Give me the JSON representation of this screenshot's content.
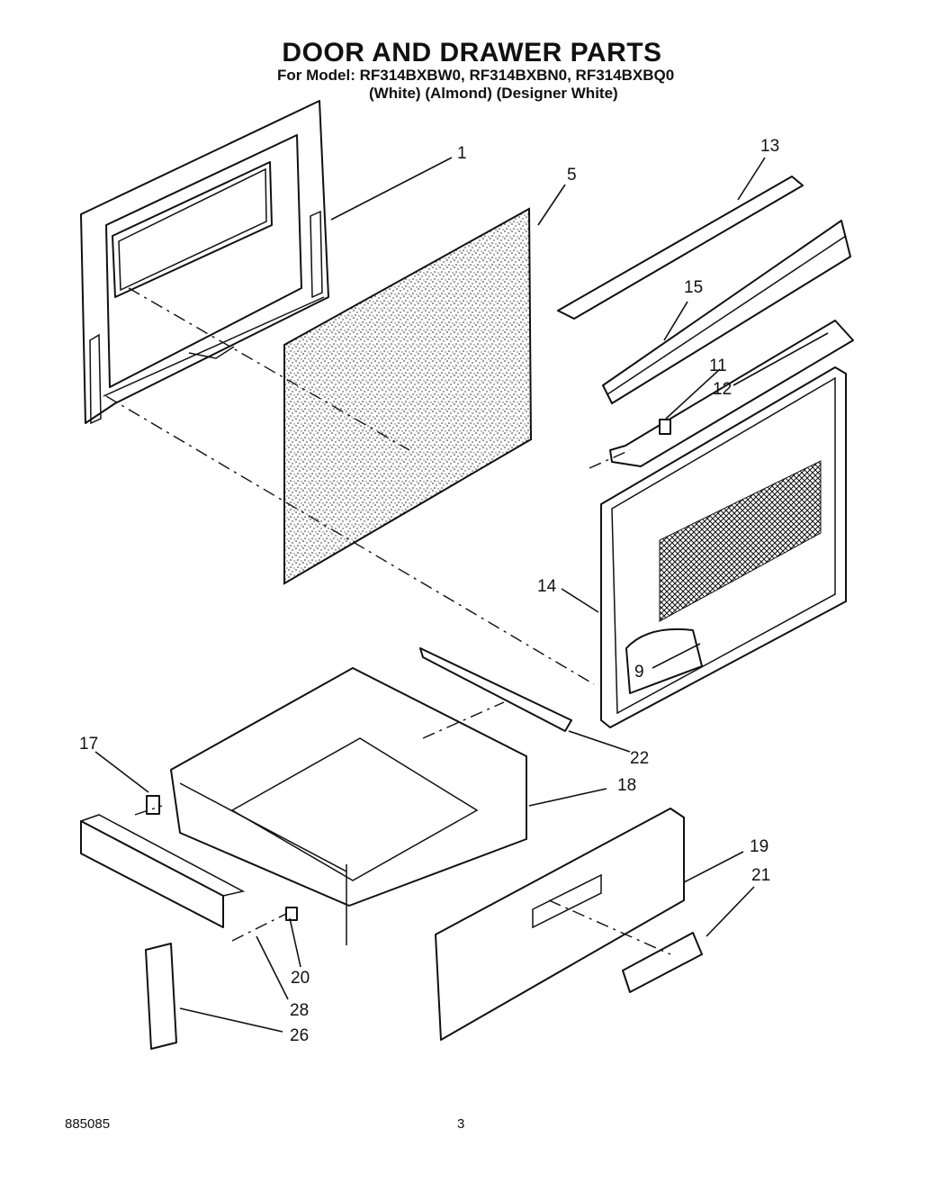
{
  "header": {
    "title": "DOOR AND DRAWER PARTS",
    "model_line": "For Model: RF314BXBW0, RF314BXBN0, RF314BXBQ0",
    "color_line": "(White) (Almond) (Designer White)"
  },
  "callouts": {
    "c1": "1",
    "c5": "5",
    "c13": "13",
    "c15": "15",
    "c11": "11",
    "c12": "12",
    "c14": "14",
    "c9": "9",
    "c22": "22",
    "c17": "17",
    "c18": "18",
    "c19": "19",
    "c21": "21",
    "c20": "20",
    "c28": "28",
    "c26": "26"
  },
  "footer": {
    "doc_number": "885085",
    "page_number": "3"
  }
}
